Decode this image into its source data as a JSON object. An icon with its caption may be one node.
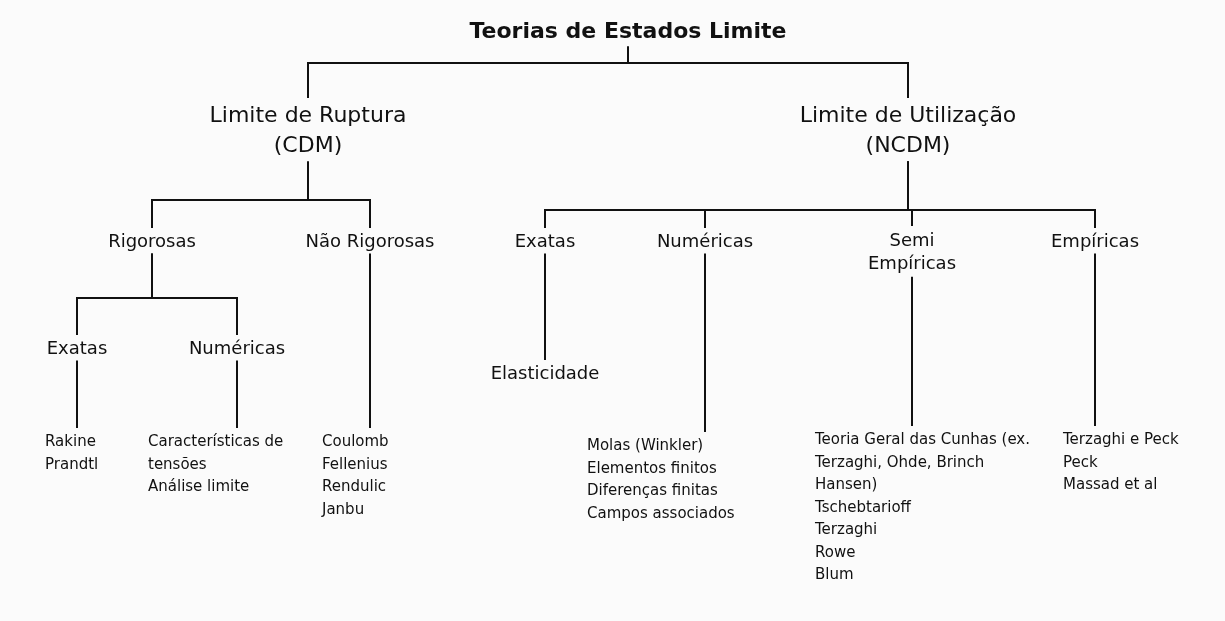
{
  "diagram": {
    "nodes": [
      {
        "text": [
          "Teorias de Estados Limite"
        ]
      },
      {
        "text": [
          "Limite de Ruptura (CDM)"
        ]
      },
      {
        "text": [
          "Limite de Utilização (NCDM)"
        ]
      },
      {
        "text": [
          "Rigorosas"
        ]
      },
      {
        "text": [
          "Não Rigorosas"
        ]
      },
      {
        "text": [
          "Exatas"
        ]
      },
      {
        "text": [
          "Numéricas"
        ]
      },
      {
        "text": [
          "Semi Empíricas"
        ]
      },
      {
        "text": [
          "Empíricas"
        ]
      },
      {
        "text": [
          "Exatas"
        ]
      },
      {
        "text": [
          "Numéricas"
        ]
      },
      {
        "text": [
          "Elasticidade"
        ]
      },
      {
        "text": [
          "Rakine",
          "Prandtl"
        ]
      },
      {
        "text": [
          "Características de tensões",
          "Análise limite"
        ]
      },
      {
        "text": [
          "Coulomb",
          "Fellenius",
          "Rendulic",
          "Janbu"
        ]
      },
      {
        "text": [
          "Molas (Winkler)",
          "Elementos finitos",
          "Diferenças finitas",
          "Campos associados"
        ]
      },
      {
        "text": [
          "Teoria Geral das Cunhas (ex. Terzaghi, Ohde, Brinch Hansen)",
          "Tschebtarioff",
          "Terzaghi",
          "Rowe",
          "Blum"
        ]
      },
      {
        "text": [
          "Terzaghi e Peck",
          "Peck",
          "Massad et al"
        ]
      }
    ],
    "edges": [
      {
        "from": 0,
        "to": 1,
        "arrow": "none"
      },
      {
        "from": 0,
        "to": 2,
        "arrow": "none"
      },
      {
        "from": 1,
        "to": 3,
        "arrow": "none"
      },
      {
        "from": 1,
        "to": 4,
        "arrow": "none"
      },
      {
        "from": 2,
        "to": 5,
        "arrow": "none"
      },
      {
        "from": 2,
        "to": 6,
        "arrow": "none"
      },
      {
        "from": 2,
        "to": 7,
        "arrow": "none"
      },
      {
        "from": 2,
        "to": 8,
        "arrow": "none"
      },
      {
        "from": 3,
        "to": 9,
        "arrow": "none"
      },
      {
        "from": 3,
        "to": 10,
        "arrow": "none"
      },
      {
        "from": 9,
        "to": 12,
        "arrow": "none"
      },
      {
        "from": 10,
        "to": 13,
        "arrow": "none"
      },
      {
        "from": 4,
        "to": 14,
        "arrow": "none"
      },
      {
        "from": 5,
        "to": 11,
        "arrow": "none"
      },
      {
        "from": 6,
        "to": 15,
        "arrow": "none"
      },
      {
        "from": 7,
        "to": 16,
        "arrow": "none"
      },
      {
        "from": 8,
        "to": 17,
        "arrow": "none"
      }
    ]
  }
}
